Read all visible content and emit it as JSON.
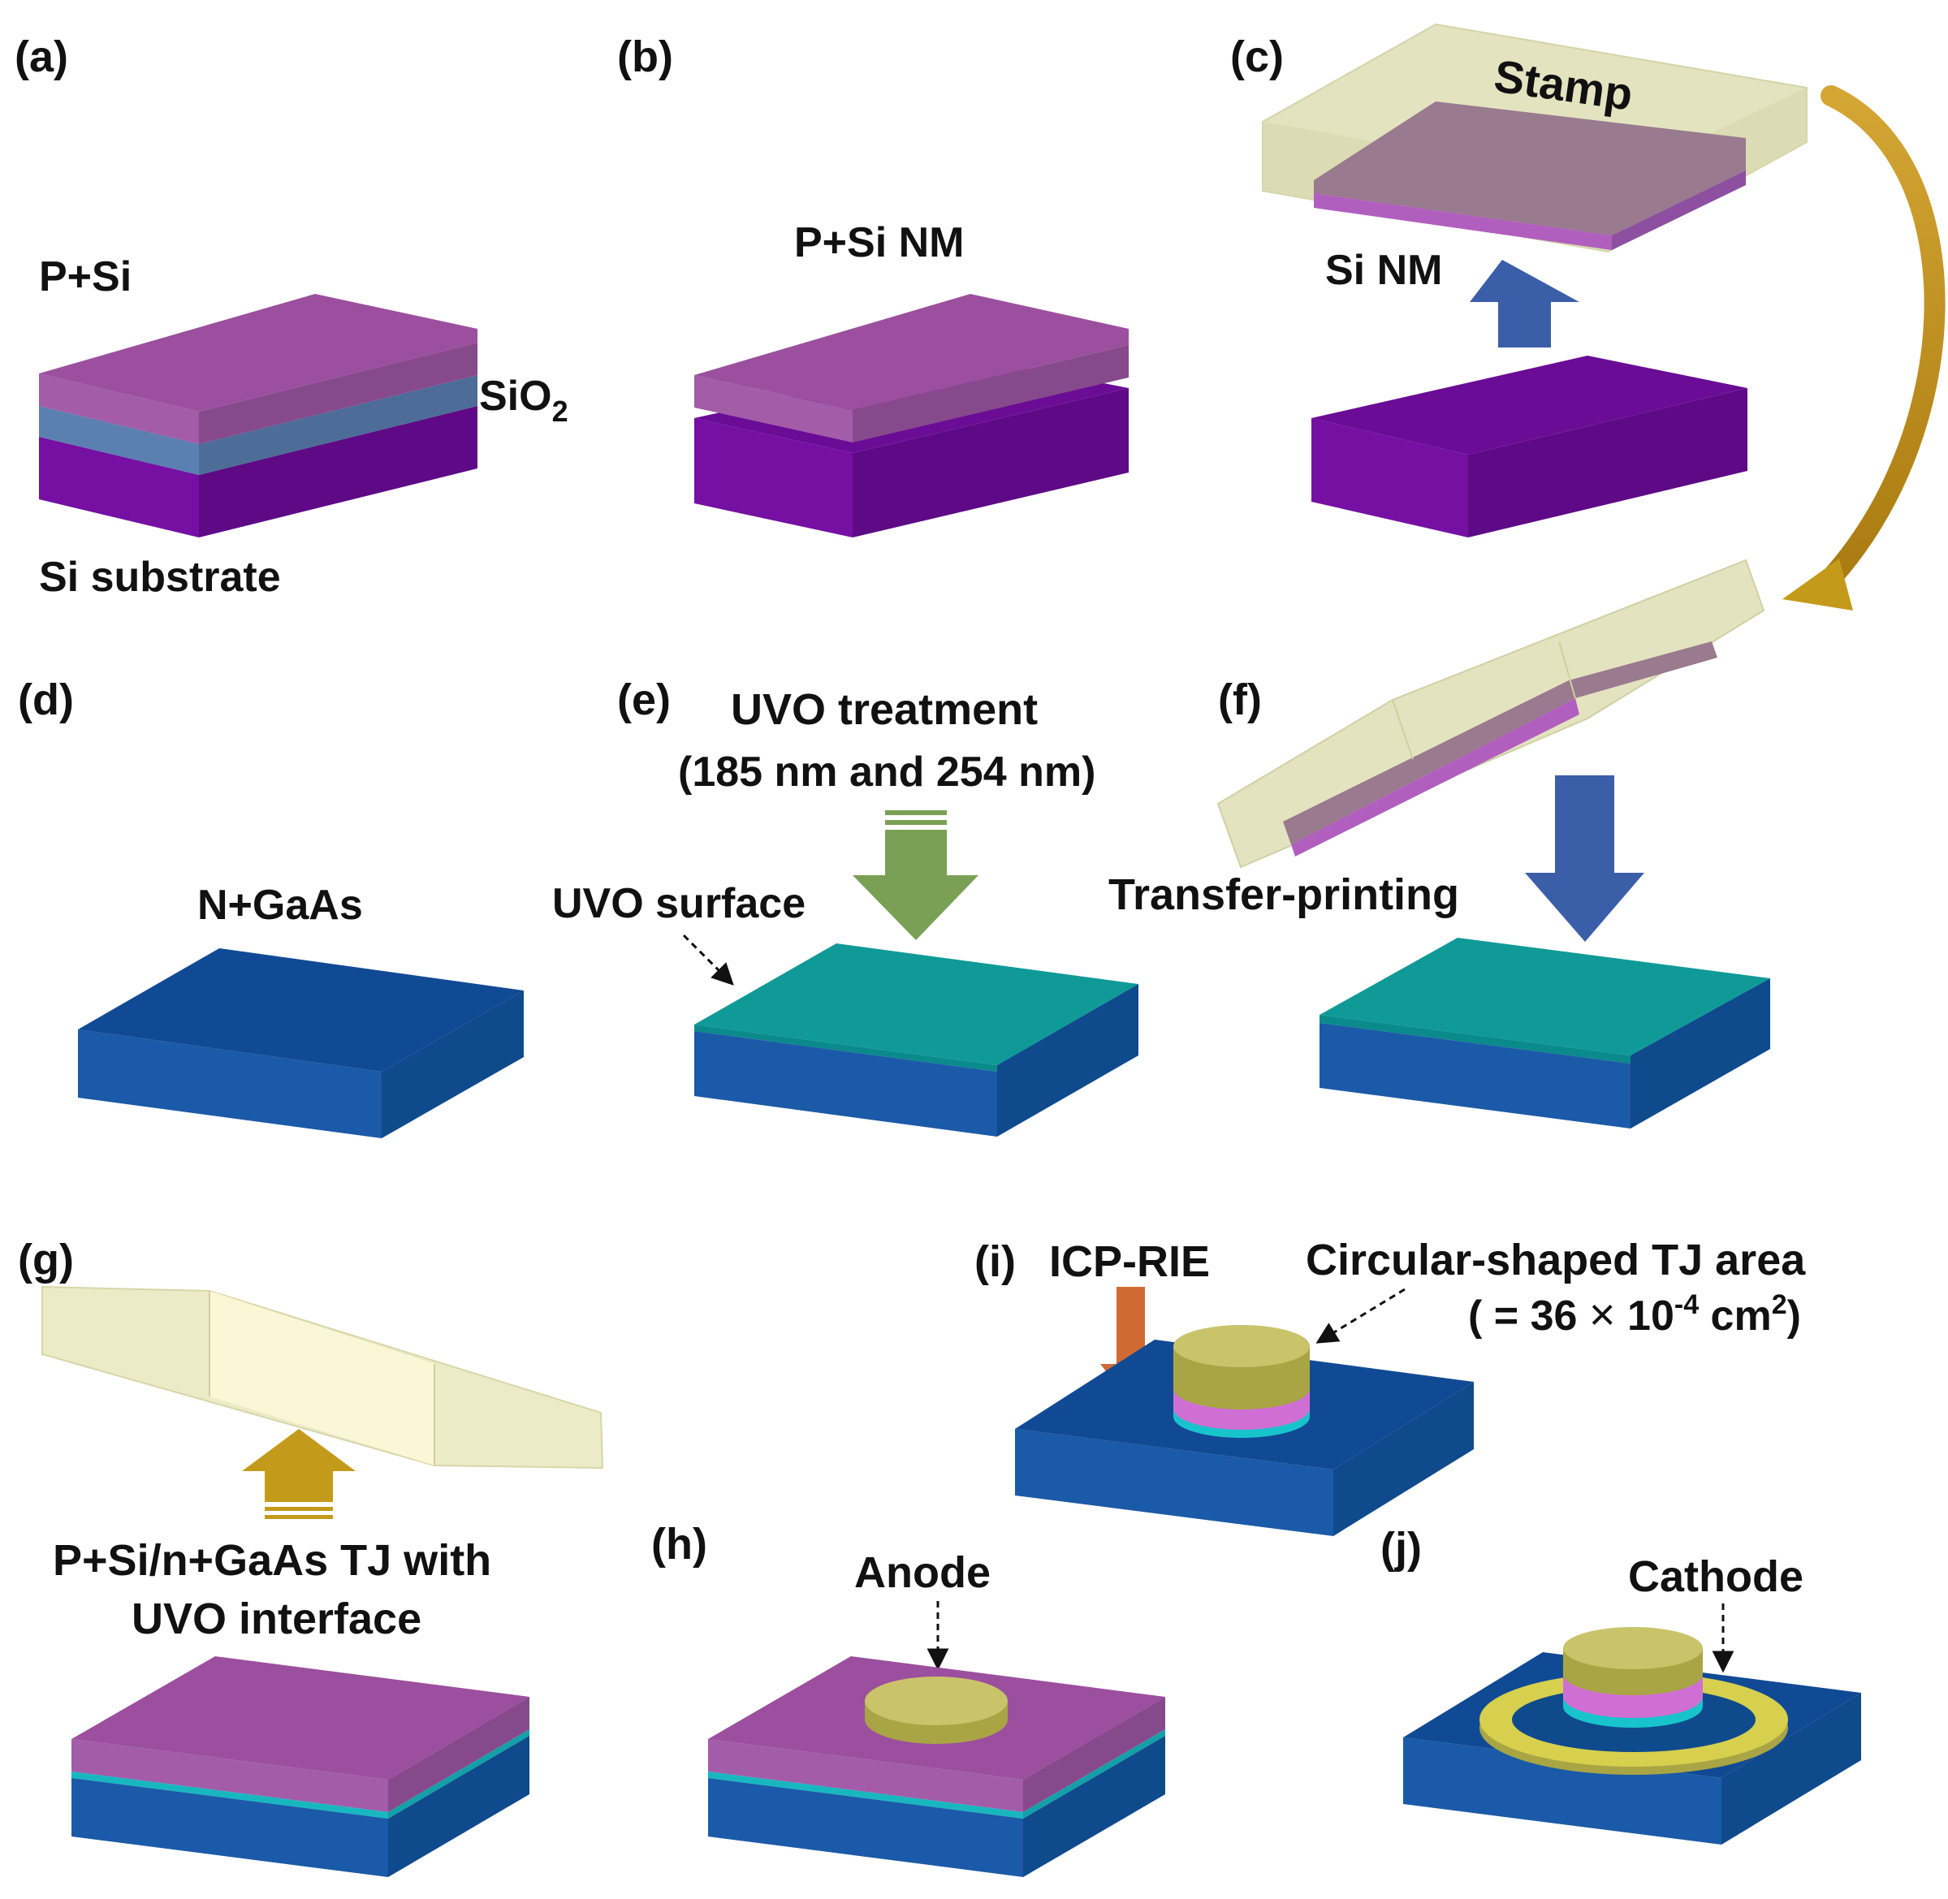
{
  "panels": {
    "a": {
      "letter": "(a)",
      "top_label": "P+Si",
      "side_label": "SiO",
      "side_sub": "2",
      "bottom_label": "Si substrate"
    },
    "b": {
      "letter": "(b)",
      "top_label": "P+Si NM"
    },
    "c": {
      "letter": "(c)",
      "stamp_label": "Stamp",
      "nm_label": "Si NM"
    },
    "d": {
      "letter": "(d)",
      "label": "N+GaAs"
    },
    "e": {
      "letter": "(e)",
      "title_line1": "UVO treatment",
      "title_line2": "(185 nm and 254 nm)",
      "surface_label": "UVO surface"
    },
    "f": {
      "letter": "(f)",
      "label": "Transfer-printing"
    },
    "g": {
      "letter": "(g)",
      "label_line1": "P+Si/n+GaAs TJ with",
      "label_line2": "UVO interface"
    },
    "h": {
      "letter": "(h)",
      "label": "Anode"
    },
    "i": {
      "letter": "(i)",
      "etch_label": "ICP-RIE",
      "area_label": "Circular-shaped TJ area",
      "area_pre": "( = 36 ",
      "area_times": "×",
      "area_mid": " 10",
      "area_exp": "-4",
      "area_unit": " cm",
      "area_unit_exp": "2",
      "area_post": ")"
    },
    "j": {
      "letter": "(j)",
      "label": "Cathode"
    }
  },
  "colors": {
    "p_si": "#9b4f9e",
    "si_substrate": "#7a0fa5",
    "sio2": "#5b7fb0",
    "gaas": "#1a5aa8",
    "uvo_surface": "#0f9a98",
    "stamp": "#e6e6c2",
    "metal": "#b8b45a",
    "arrow_blue": "#3a5ea8",
    "arrow_green": "#7aa055",
    "arrow_gold": "#c49a1a",
    "arrow_orange": "#cf6b32"
  },
  "icons": [
    "up-arrow-icon",
    "down-arrow-icon",
    "curved-arrow-icon",
    "dashed-pointer-icon"
  ]
}
